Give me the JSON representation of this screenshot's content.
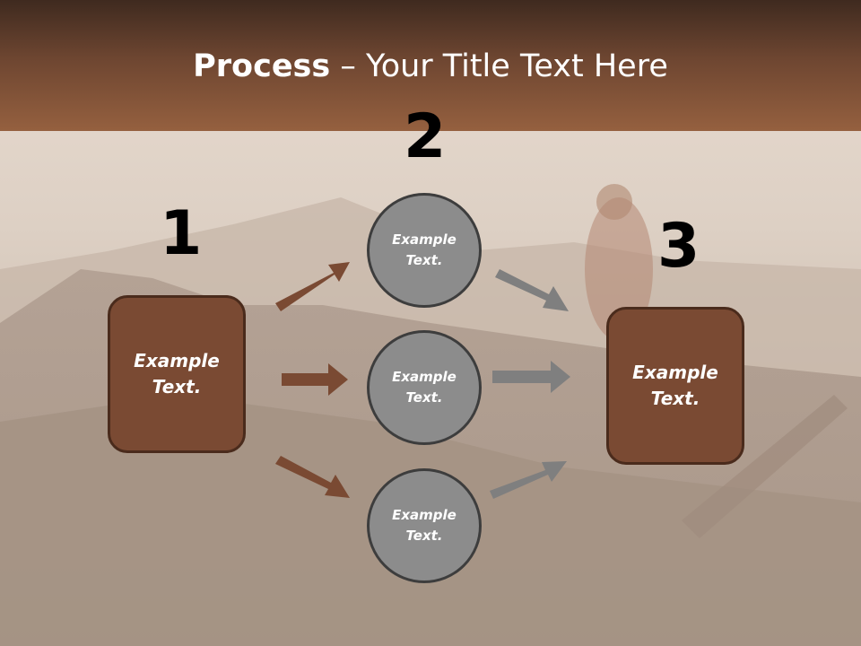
{
  "title": {
    "bold": "Process",
    "rest": " – Your Title Text Here"
  },
  "steps": {
    "one": "1",
    "two": "2",
    "three": "3"
  },
  "left_box": {
    "label": "Example\nText."
  },
  "right_box": {
    "label": "Example\nText."
  },
  "circles": [
    {
      "label": "Example\nText."
    },
    {
      "label": "Example\nText."
    },
    {
      "label": "Example\nText."
    }
  ],
  "colors": {
    "header": "#7a4a33",
    "box": "#7a4a33",
    "circle": "#8c8c8c",
    "arrow_brown": "#7a4a33",
    "arrow_gray": "#808080"
  },
  "icons": [
    "arrow-icon"
  ]
}
